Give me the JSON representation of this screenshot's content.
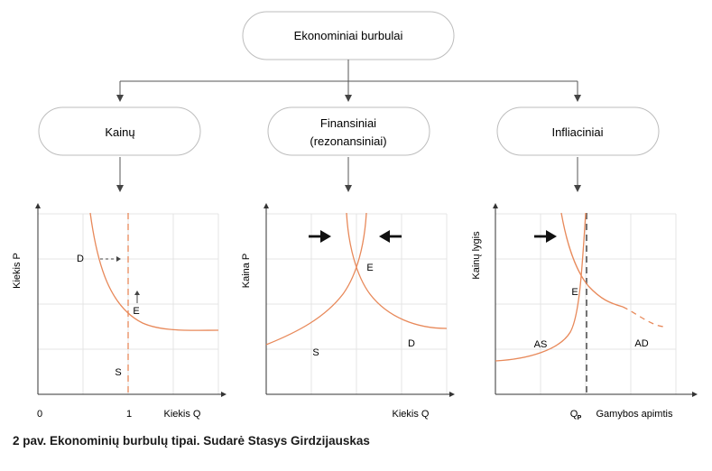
{
  "top_box": {
    "label": "Ekonominiai burbulai"
  },
  "categories": [
    {
      "label_lines": [
        "Kainų"
      ]
    },
    {
      "label_lines": [
        "Finansiniai",
        "(rezonansiniai)"
      ]
    },
    {
      "label_lines": [
        "Infliaciniai"
      ]
    }
  ],
  "charts": [
    {
      "y_label": "Kiekis P",
      "x_label": "Kiekis Q",
      "tick_labels": [
        "0",
        "1"
      ],
      "curve_labels": {
        "demand": "D",
        "supply": "S",
        "equilibrium": "E"
      }
    },
    {
      "y_label": "Kaina P",
      "x_label": "Kiekis Q",
      "curve_labels": {
        "demand": "D",
        "supply": "S",
        "equilibrium": "E"
      }
    },
    {
      "y_label": "Kainų lygis",
      "x_label": "Gamybos apimtis",
      "tick_labels": [
        "Q",
        "P"
      ],
      "curve_labels": {
        "aggregate_demand": "AD",
        "aggregate_supply": "AS",
        "equilibrium": "E"
      }
    }
  ],
  "colors": {
    "curve": "#e8895a",
    "axis": "#333333",
    "grid": "#e4e4e4",
    "box_border": "#bdbdbd"
  },
  "caption": "2 pav. Ekonominių burbulų tipai. Sudarė Stasys Girdzijauskas"
}
